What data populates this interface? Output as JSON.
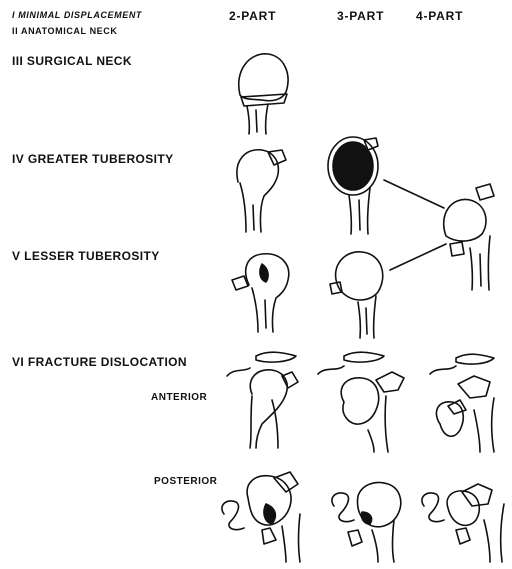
{
  "legend": {
    "minimal": "I  MINIMAL DISPLACEMENT",
    "anatomical": "II  ANATOMICAL NECK"
  },
  "columns": {
    "two_part": "2-PART",
    "three_part": "3-PART",
    "four_part": "4-PART"
  },
  "categories": {
    "surgical_neck": "III  SURGICAL NECK",
    "greater_tuberosity": "IV  GREATER TUBEROSITY",
    "lesser_tuberosity": "V   LESSER TUBEROSITY",
    "fracture_dislocation": "VI  FRACTURE DISLOCATION"
  },
  "subtypes": {
    "anterior": "ANTERIOR",
    "posterior": "POSTERIOR"
  }
}
